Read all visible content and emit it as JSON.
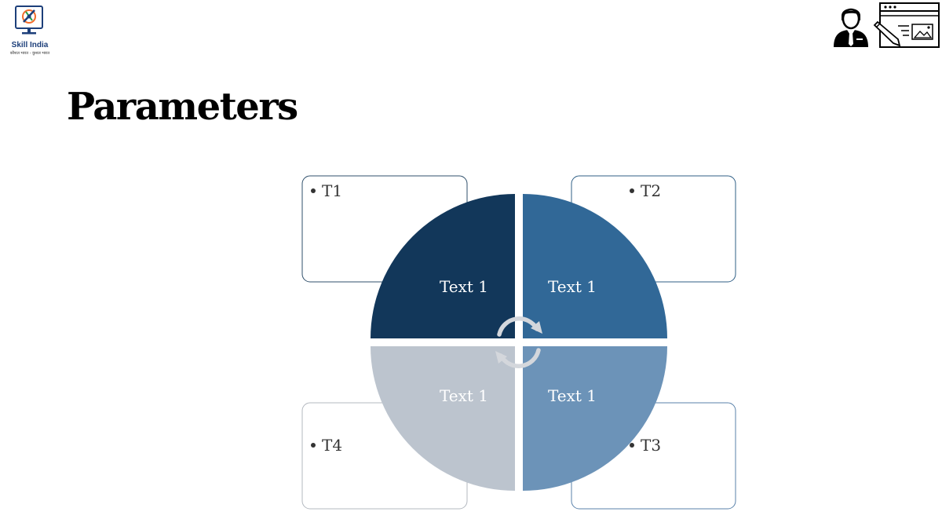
{
  "header": {
    "logo_name": "Skill India",
    "logo_tagline": "कौशल भारत - कुशल भारत",
    "logo_icon": "skill-india-logo-icon",
    "trainer_icon": "trainer-person-icon",
    "presentation_icon": "presentation-board-icon"
  },
  "page": {
    "title": "Parameters"
  },
  "diagram": {
    "colors": {
      "q1": "#12375a",
      "q2": "#316897",
      "q3": "#6c93b8",
      "q4": "#bcc4ce",
      "box1_border": "#2f4f6b",
      "box2_border": "#2f5f86",
      "box3_border": "#5a82aa",
      "box4_border": "#b3b8bf",
      "arrows": "#d4d7dc"
    },
    "quadrants": [
      {
        "label": "Text 1"
      },
      {
        "label": "Text 1"
      },
      {
        "label": "Text 1"
      },
      {
        "label": "Text 1"
      }
    ],
    "notes": [
      {
        "text": "T1"
      },
      {
        "text": "T2"
      },
      {
        "text": "T3"
      },
      {
        "text": "T4"
      }
    ]
  }
}
